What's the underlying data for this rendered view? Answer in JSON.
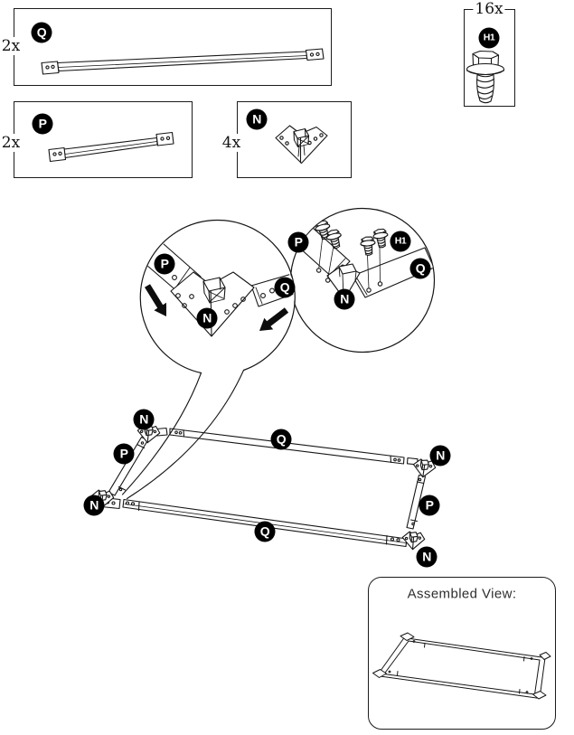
{
  "parts": {
    "q": {
      "callout": "Q",
      "quantity": "2x"
    },
    "p": {
      "callout": "P",
      "quantity": "2x"
    },
    "n": {
      "callout": "N",
      "quantity": "4x"
    },
    "h1": {
      "callout": "H1",
      "quantity": "16x"
    }
  },
  "detail_left": {
    "p": "P",
    "n": "N",
    "q": "Q"
  },
  "detail_right": {
    "p": "P",
    "h1": "H1",
    "q": "Q",
    "n": "N"
  },
  "frame": {
    "n_top_left": "N",
    "p_left": "P",
    "n_bottom_left": "N",
    "q_top": "Q",
    "n_top_right": "N",
    "p_right": "P",
    "q_bottom": "Q",
    "n_bottom_right": "N"
  },
  "assembled_view": {
    "title": "Assembled View:"
  }
}
